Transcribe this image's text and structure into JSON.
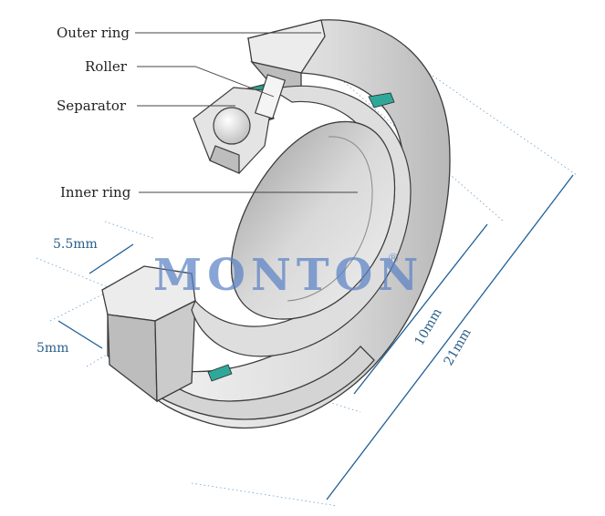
{
  "labels": {
    "outer_ring": "Outer ring",
    "roller": "Roller",
    "separator": "Separator",
    "inner_ring": "Inner ring"
  },
  "dimensions": {
    "width": "5.5mm",
    "height": "5mm",
    "inner_diameter": "10mm",
    "outer_diameter": "21mm"
  },
  "watermark": {
    "text": "MONTON",
    "trademark": "®"
  },
  "colors": {
    "ring_light": "#ebebeb",
    "ring_mid": "#d2d2d2",
    "ring_dark": "#a9a9a9",
    "outline": "#3c3c3c",
    "roller_teal": "#3fb6a8",
    "dimension_blue": "#1f5f96",
    "watermark": "#5b83c5"
  }
}
